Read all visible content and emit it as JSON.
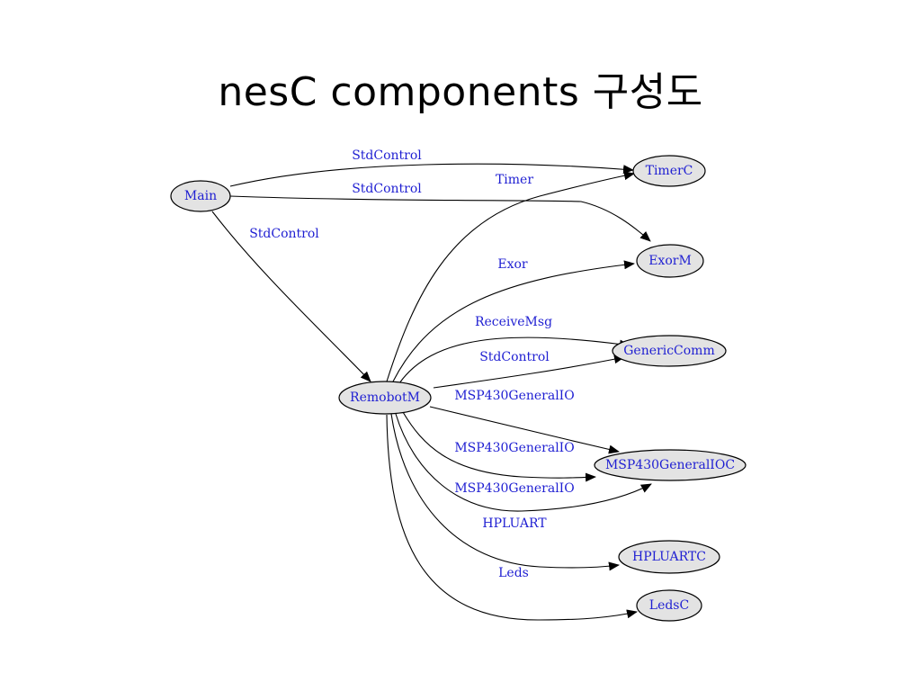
{
  "slide": {
    "title": "nesC components 구성도"
  },
  "diagram": {
    "nodes": {
      "main": "Main",
      "remobotm": "RemobotM",
      "timerc": "TimerC",
      "exorm": "ExorM",
      "genericcomm": "GenericComm",
      "msp430generalioc": "MSP430GeneralIOC",
      "hpluartc": "HPLUARTC",
      "ledsc": "LedsC"
    },
    "edges": {
      "main_timerc": "StdControl",
      "main_exorm": "StdControl",
      "main_remobotm": "StdControl",
      "remobotm_timerc": "Timer",
      "remobotm_exorm": "Exor",
      "remobotm_genericcomm_receive": "ReceiveMsg",
      "remobotm_genericcomm_std": "StdControl",
      "remobotm_msp_1": "MSP430GeneralIO",
      "remobotm_msp_2": "MSP430GeneralIO",
      "remobotm_msp_3": "MSP430GeneralIO",
      "remobotm_hpluartc": "HPLUART",
      "remobotm_ledsc": "Leds"
    }
  }
}
